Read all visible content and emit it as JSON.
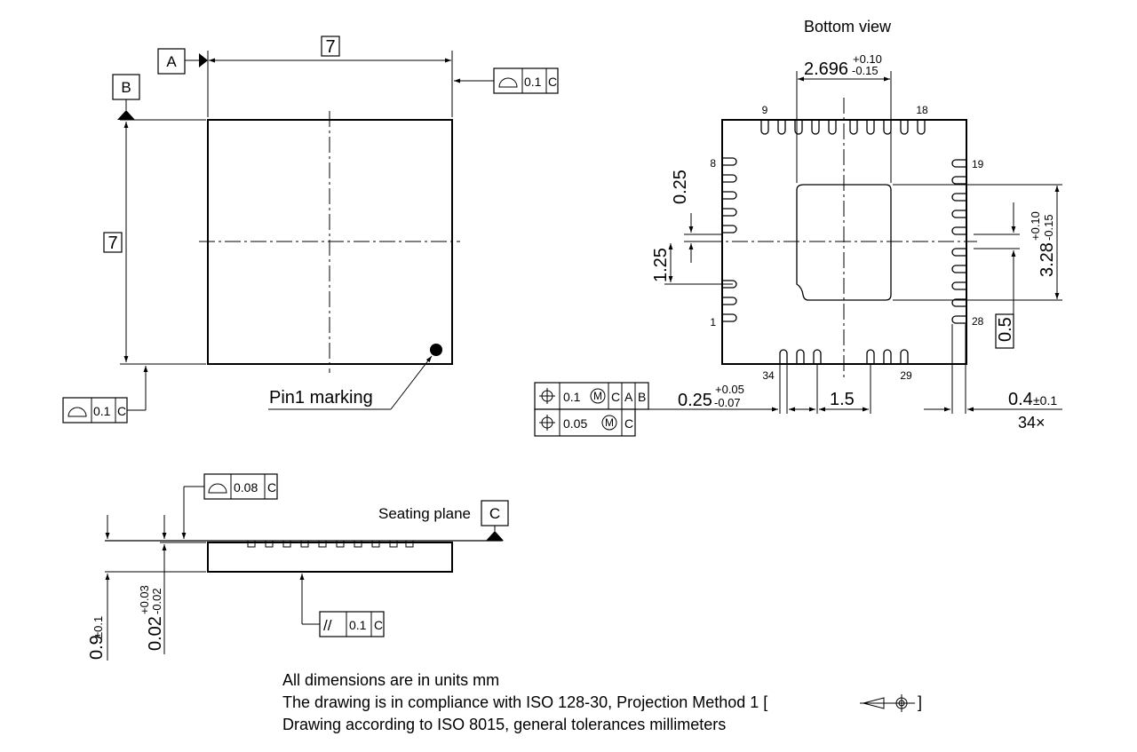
{
  "top_view": {
    "datum_a": "A",
    "datum_b": "B",
    "width_dim": "7",
    "height_dim": "7",
    "pin1_label": "Pin1 marking",
    "fcf_top_value": "0.1",
    "fcf_top_datum": "C",
    "fcf_left_value": "0.1",
    "fcf_left_datum": "C"
  },
  "bottom_view": {
    "title": "Bottom view",
    "pad_width": "2.696",
    "pad_width_tol_plus": "+0.10",
    "pad_width_tol_minus": "-0.15",
    "pad_height": "3.28",
    "pad_height_tol_plus": "+0.10",
    "pad_height_tol_minus": "-0.15",
    "pin_9": "9",
    "pin_18": "18",
    "pin_8": "8",
    "pin_19": "19",
    "pin_1": "1",
    "pin_28": "28",
    "pin_34": "34",
    "pin_29": "29",
    "dim_025": "0.25",
    "dim_125": "1.25",
    "dim_05": "0.5",
    "dim_15": "1.5",
    "lead_width": "0.25",
    "lead_width_tol_plus": "+0.05",
    "lead_width_tol_minus": "-0.07",
    "lead_length": "0.4",
    "lead_length_tol": "±0.1",
    "lead_count": "34×",
    "fcf1_value": "0.1",
    "fcf1_mod": "M",
    "fcf1_datum1": "C",
    "fcf1_datum2": "A",
    "fcf1_datum3": "B",
    "fcf2_value": "0.05",
    "fcf2_mod": "M",
    "fcf2_datum1": "C"
  },
  "side_view": {
    "seating_plane": "Seating plane",
    "datum_c": "C",
    "fcf_flat_value": "0.08",
    "fcf_flat_datum": "C",
    "fcf_par_symbol": "//",
    "fcf_par_value": "0.1",
    "fcf_par_datum": "C",
    "height": "0.9",
    "height_tol": "±0.1",
    "standoff": "0.02",
    "standoff_tol_plus": "+0.03",
    "standoff_tol_minus": "-0.02"
  },
  "notes": {
    "line1": "All dimensions are in units mm",
    "line2": "The drawing is in compliance with ISO 128-30, Projection Method 1 [",
    "line2_end": "]",
    "line3": "Drawing according to ISO 8015, general tolerances millimeters"
  }
}
